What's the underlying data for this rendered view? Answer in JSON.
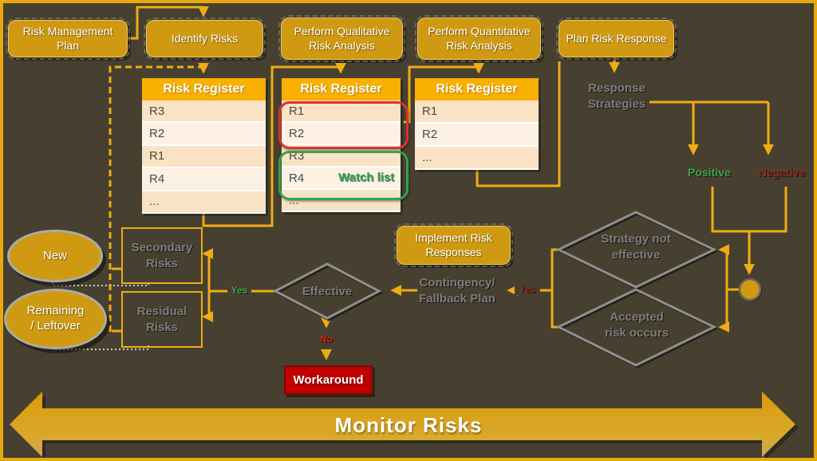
{
  "colors": {
    "background": "#474031",
    "connector_gold": "#EFAC15",
    "box_gold": "#CF9A12",
    "register_header_gold": "#F9B000",
    "register_row_dark": "#FAE3C4",
    "register_row_light": "#FCF1E2",
    "green": "#2EA44F",
    "red": "#C00000",
    "maroon": "#8B2E1F",
    "gray_text": "#7D7D7D"
  },
  "process": {
    "risk_management_plan": "Risk Management Plan",
    "identify_risks": "Identify Risks",
    "perform_qualitative": "Perform Qualitative Risk Analysis",
    "perform_quantitative": "Perform Quantitative Risk Analysis",
    "plan_risk_response": "Plan Risk Response",
    "implement_risk_responses": "Implement Risk Responses"
  },
  "registers": {
    "title": "Risk Register",
    "after_identify": {
      "rows": [
        "R3",
        "R2",
        "R1",
        "R4",
        "..."
      ]
    },
    "after_qualitative": {
      "rows": [
        "R1",
        "R2",
        "R3",
        "R4",
        "..."
      ],
      "watch_list": "Watch list"
    },
    "after_quantitative": {
      "rows": [
        "R1",
        "R2",
        "..."
      ]
    }
  },
  "flow": {
    "response_strategies": "Response Strategies",
    "positive": "Positive",
    "negative": "Negative",
    "strategy_not_effective": "Strategy not effective",
    "accepted_risk_occurs": "Accepted\nrisk occurs",
    "contingency_fallback": "Contingency/ Fallback Plan",
    "effective": "Effective",
    "yes_strategy": "Yes",
    "yes_effective": "Yes",
    "no": "No",
    "workaround": "Workaround",
    "secondary_risks": "Secondary Risks",
    "residual_risks": "Residual Risks",
    "new": "New",
    "remaining_leftover": "Remaining\n/ Leftover",
    "monitor_risks": "Monitor Risks"
  }
}
